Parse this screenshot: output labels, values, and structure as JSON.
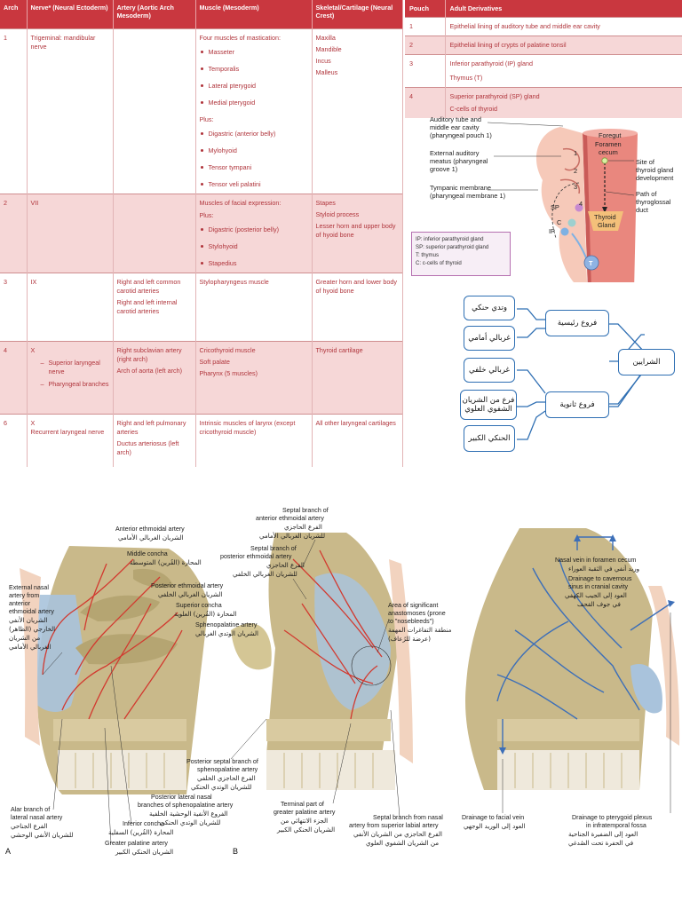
{
  "arch_table": {
    "headers": [
      "Arch",
      "Nerve* (Neural Ectoderm)",
      "Artery (Aortic Arch Mesoderm)",
      "Muscle (Mesoderm)",
      "Skeletal/Cartilage (Neural Crest)"
    ],
    "rows": [
      {
        "arch": "1",
        "nerve": "Trigeminal: mandibular nerve",
        "muscle_intro": "Four muscles of mastication:",
        "muscle_list1": [
          "Masseter",
          "Temporalis",
          "Lateral pterygoid",
          "Medial pterygoid"
        ],
        "muscle_plus": "Plus:",
        "muscle_list2": [
          "Digastric (anterior belly)",
          "Mylohyoid",
          "Tensor tympani",
          "Tensor veli palatini"
        ],
        "skeletal": [
          "Maxilla",
          "Mandible",
          "Incus",
          "Malleus"
        ]
      },
      {
        "arch": "2",
        "nerve": "VII",
        "muscle_intro": "Muscles of facial expression:",
        "muscle_plus": "Plus:",
        "muscle_list2": [
          "Digastric (posterior belly)",
          "Stylohyoid",
          "Stapedius"
        ],
        "skeletal": [
          "Stapes",
          "Styloid process",
          "Lesser horn and upper body of hyoid bone"
        ]
      },
      {
        "arch": "3",
        "nerve": "IX",
        "artery": [
          "Right and left common carotid arteries",
          "Right and left internal carotid arteries"
        ],
        "muscle": "Stylopharyngeus muscle",
        "skeletal": "Greater horn and lower body of hyoid bone"
      },
      {
        "arch": "4",
        "nerve": "X",
        "nerve_sub": [
          "Superior laryngeal nerve",
          "Pharyngeal branches"
        ],
        "artery": [
          "Right subclavian artery (right arch)",
          "Arch of aorta (left arch)"
        ],
        "muscle": [
          "Cricothyroid muscle",
          "Soft palate",
          "Pharynx (5 muscles)"
        ],
        "skeletal": "Thyroid cartilage"
      },
      {
        "arch": "6",
        "nerve": "X",
        "nerve_sub": "Recurrent laryngeal nerve",
        "artery": [
          "Right and left pulmonary arteries",
          "Ductus arteriosus (left arch)"
        ],
        "muscle": "Intrinsic muscles of larynx (except cricothyroid muscle)",
        "skeletal": "All other laryngeal cartilages"
      }
    ]
  },
  "pouch_table": {
    "headers": [
      "Pouch",
      "Adult Derivatives"
    ],
    "rows": [
      {
        "pouch": "1",
        "derivatives": [
          "Epithelial lining of auditory tube and middle ear cavity"
        ]
      },
      {
        "pouch": "2",
        "derivatives": [
          "Epithelial lining of crypts of palatine tonsil"
        ]
      },
      {
        "pouch": "3",
        "derivatives": [
          "Inferior parathyroid (IP) gland",
          "Thymus (T)"
        ]
      },
      {
        "pouch": "4",
        "derivatives": [
          "Superior parathyroid (SP) gland",
          "C-cells of thyroid"
        ]
      }
    ]
  },
  "embryo_diagram": {
    "labels": {
      "auditory": [
        "Auditory tube and",
        "middle ear cavity",
        "(pharyngeal pouch 1)"
      ],
      "meatus": [
        "External auditory",
        "meatus (pharyngeal",
        "groove 1)"
      ],
      "tympanic": [
        "Tympanic membrane",
        "(pharyngeal membrane 1)"
      ],
      "foregut": "Foregut",
      "foramen": [
        "Foramen",
        "cecum"
      ],
      "site": [
        "Site of",
        "thyroid gland",
        "development"
      ],
      "path": [
        "Path of",
        "thyroglossal",
        "duct"
      ],
      "gland": [
        "Thyroid",
        "Gland"
      ],
      "sp": "SP",
      "c": "C",
      "ip": "IP",
      "t": "T",
      "nums": [
        "1",
        "2",
        "3",
        "4"
      ]
    },
    "legend": [
      "IP: inferior parathyroid gland",
      "SP: superior parathyroid gland",
      "T: thymus",
      "C: c-cells of thyroid"
    ],
    "colors": {
      "tube": "#e9877e",
      "gland": "#f4c07a",
      "sp": "#c78ad0",
      "c": "#9ed0cf",
      "ip": "#7fb1e3"
    }
  },
  "flowchart": {
    "root": "الشرايين",
    "main": "فروع رئيسية",
    "secondary": "فروع ثانوية",
    "leaves_main": [
      "وتدي حنكي",
      "غربالي أمامي",
      "غربالي خلفي"
    ],
    "leaves_secondary": [
      "فرع من الشريان الشفوي العلوي",
      "الحنكي الكبير"
    ],
    "color": "#2f6fb3"
  },
  "nasal_figure": {
    "panels": [
      "A",
      "B"
    ],
    "labels": {
      "ant_ethmoid": [
        "Anterior ethmoidal artery",
        "الشريان الغربالي الأمامي"
      ],
      "middle_concha": [
        "Middle concha",
        "المحارة (القُرين) المتوسطة"
      ],
      "external_nasal": [
        "External nasal",
        "artery from",
        "anterior",
        "ethmoidal artery",
        "الشريان الأنفي",
        "الخارجي (الظاهر)",
        "من الشريان",
        "الغربالي الأمامي"
      ],
      "post_ethmoid": [
        "Posterior ethmoidal artery",
        "الشريان الغربالي الخلفي"
      ],
      "sup_concha": [
        "Superior concha",
        "المحارة (القُرين) العلوية"
      ],
      "sphenopalatine": [
        "Sphenopalatine artery",
        "الشريان الوتدي الغربالي"
      ],
      "septal_ant": [
        "Septal branch of",
        "anterior ethmoidal artery",
        "الفرع الحاجزي",
        "للشريان الغربالي الأمامي"
      ],
      "septal_post": [
        "Septal branch of",
        "posterior ethmoidal artery",
        "الفرع الحاجزي",
        "للشريان الغربالي الخلفي"
      ],
      "anastomoses": [
        "Area of significant",
        "anastomoses (prone",
        "to \"nosebleeds\")",
        "منطقة التفاغرات المهمة",
        "(عرضة للرُعاف)"
      ],
      "post_septal": [
        "Posterior septal branch of",
        "sphenopalatine artery",
        "الفرع الحاجزي الخلفي",
        "للشريان الوتدي الحنكي"
      ],
      "post_lateral": [
        "Posterior lateral nasal",
        "branches of sphenopalatine artery",
        "الفروع الأنفية الوحشية الخلفية",
        "للشريان الوتدي الحنكي"
      ],
      "alar": [
        "Alar branch of",
        "lateral nasal artery",
        "الفرع الجناحي",
        "للشريان الأنفي الوحشي"
      ],
      "inf_concha": [
        "Inferior concha",
        "المحارة (القُرين) السفلية"
      ],
      "greater_palatine": [
        "Greater palatine artery",
        "الشريان الحنكي الكبير"
      ],
      "terminal": [
        "Terminal part of",
        "greater palatine artery",
        "الجزء الانتهائي من",
        "الشريان الحنكي الكبير"
      ],
      "septal_labial": [
        "Septal branch from nasal",
        "artery from superior labial artery",
        "الفرع الحاجزي من الشريان الأنفي",
        "من الشريان الشفوي العلوي"
      ],
      "nasal_vein": [
        "Nasal vein in foramen cecum",
        "وريد أنفي في الثقبة العوراء"
      ],
      "cavernous": [
        "Drainage to cavernous",
        "sinus in cranial cavity",
        "العود إلى الجيب الكهفي",
        "في جوف القحف"
      ],
      "facial_vein": [
        "Drainage to facial vein",
        "العود إلى الوريد الوجهي"
      ],
      "pterygoid": [
        "Drainage to pterygoid plexus",
        "in infratemporal fossa",
        "العود إلى الضفيرة الجناحية",
        "في الحفرة تحت الصُدغي"
      ]
    },
    "colors": {
      "bone": "#c9b98a",
      "artery": "#d2392f",
      "vein": "#3d6fb8",
      "cartilage": "#a9c3dc"
    }
  }
}
